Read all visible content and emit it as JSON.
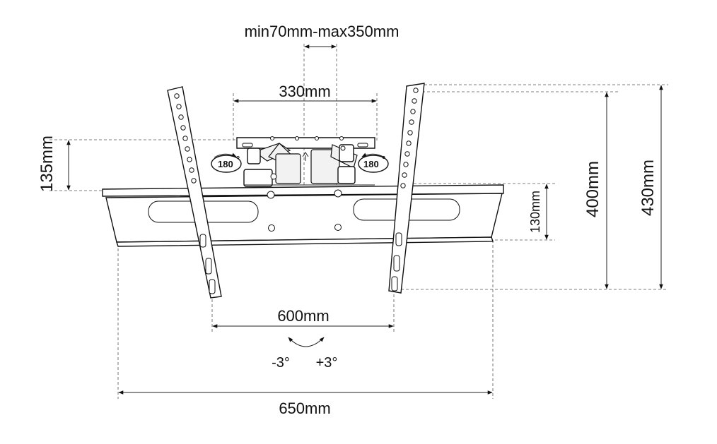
{
  "dimensions": {
    "arm_range": "min70mm-max350mm",
    "wall_plate_width": "330mm",
    "wall_plate_height": "135mm",
    "vesa_horizontal": "600mm",
    "bracket_width": "650mm",
    "rail_height": "130mm",
    "vesa_vertical": "400mm",
    "total_height": "430mm"
  },
  "swivel": {
    "left": "180",
    "right": "180"
  },
  "tilt": {
    "minus": "-3°",
    "plus": "+3°"
  }
}
